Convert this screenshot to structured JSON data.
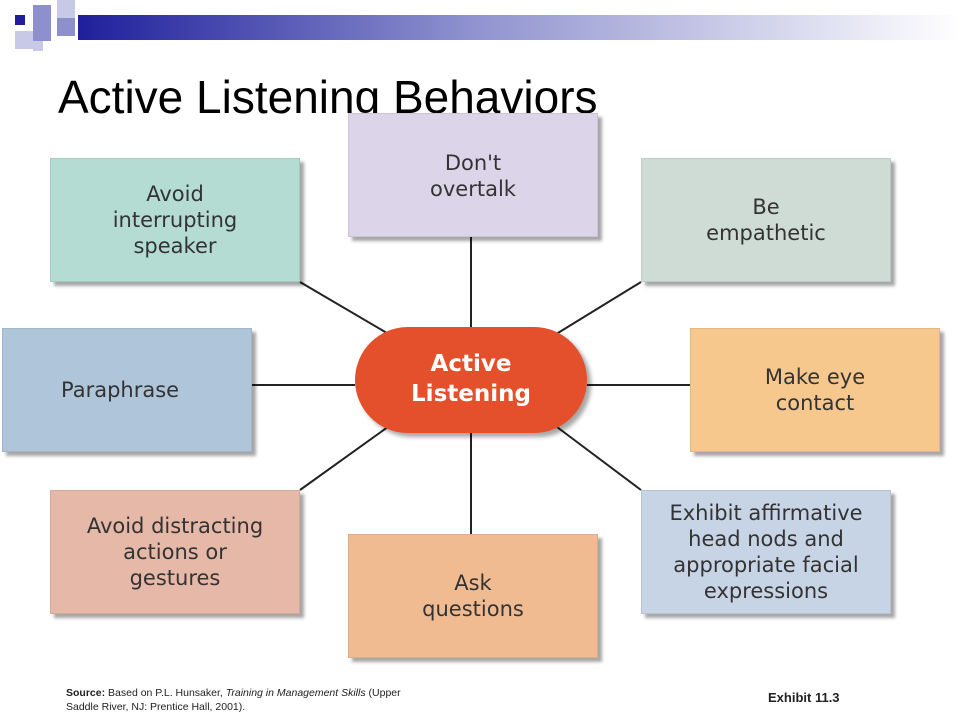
{
  "title": "Active Listening Behaviors",
  "center": {
    "label": "Active\nListening",
    "color": "#e5502c"
  },
  "behaviors": {
    "overtalk": {
      "label": "Don't\novertalk",
      "color": "#dcd5e9"
    },
    "interrupt": {
      "label": "Avoid\ninterrupting\nspeaker",
      "color": "#b4dcd3"
    },
    "empathetic": {
      "label": "Be\nempathetic",
      "color": "#cfdcd6"
    },
    "paraphrase": {
      "label": "Paraphrase",
      "color": "#afc5d9"
    },
    "eye": {
      "label": "Make eye\ncontact",
      "color": "#f6c88e"
    },
    "distract": {
      "label": "Avoid distracting\nactions or\ngestures",
      "color": "#e6b8a8"
    },
    "nods": {
      "label": "Exhibit affirmative\nhead nods and\nappropriate facial\nexpressions",
      "color": "#c7d4e6"
    },
    "ask": {
      "label": "Ask\nquestions",
      "color": "#f1bb92"
    }
  },
  "source": {
    "prefix": "Source:",
    "text1": " Based on P.L. Hunsaker, ",
    "book": "Training in Management Skills",
    "text2": " (Upper Saddle River, NJ: Prentice Hall, 2001)."
  },
  "exhibit": "Exhibit 11.3",
  "colors": {
    "accent_dark": "#1f1f9c",
    "accent_mid": "#8d90cc",
    "connector": "#222222"
  }
}
